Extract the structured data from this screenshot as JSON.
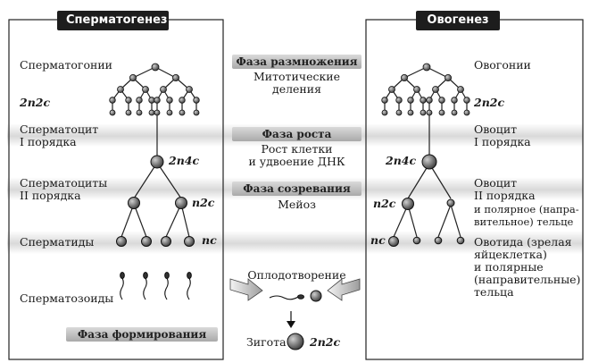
{
  "titles": {
    "left": "Сперматогенез",
    "right": "Овогенез"
  },
  "left": {
    "spermatogonia": "Сперматогонии",
    "f1": "2n2c",
    "spermatocyte1": "Сперматоцит\nI порядка",
    "f2": "2n4c",
    "spermatocytes2": "Сперматоциты\nII порядка",
    "f3": "n2c",
    "spermatids": "Сперматиды",
    "f4": "nc",
    "spermatozoa": "Сперматозоиды"
  },
  "center": {
    "phase1": "Фаза размножения",
    "phase1_desc": "Митотические\nделения",
    "phase2": "Фаза роста",
    "phase2_desc": "Рост клетки\nи удвоение ДНК",
    "phase3": "Фаза созревания",
    "phase3_desc": "Мейоз",
    "fertilization": "Оплодотворение",
    "phase4": "Фаза формирования",
    "zygote": "Зигота",
    "zygote_formula": "2n2c"
  },
  "right": {
    "oogonia": "Овогонии",
    "f1": "2n2c",
    "oocyte1": "Овоцит\nI порядка",
    "f2": "2n4c",
    "oocyte2": "Овоцит\nII порядка",
    "oocyte2_note": "и полярное (напра-\nвительное) тельце",
    "f3": "n2c",
    "f4": "nc",
    "ootid": "Овотида (зрелая\nяйцеклетка)\nи полярные\n(направительные)\nтельца"
  }
}
